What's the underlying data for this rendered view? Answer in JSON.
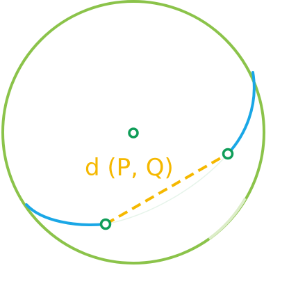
{
  "labels": {
    "distance": "d (P, Q)"
  },
  "colors": {
    "boundary_circle": "#8bc34a",
    "boundary_circle_highlight": "#dcedc8",
    "geodesic_arc": "#1aa7e6",
    "distance_segment": "#f5b800",
    "points": "#0f9d58",
    "point_fill": "#ffffff"
  },
  "points": {
    "center": "center-point",
    "p": "point-p",
    "q": "point-q"
  }
}
